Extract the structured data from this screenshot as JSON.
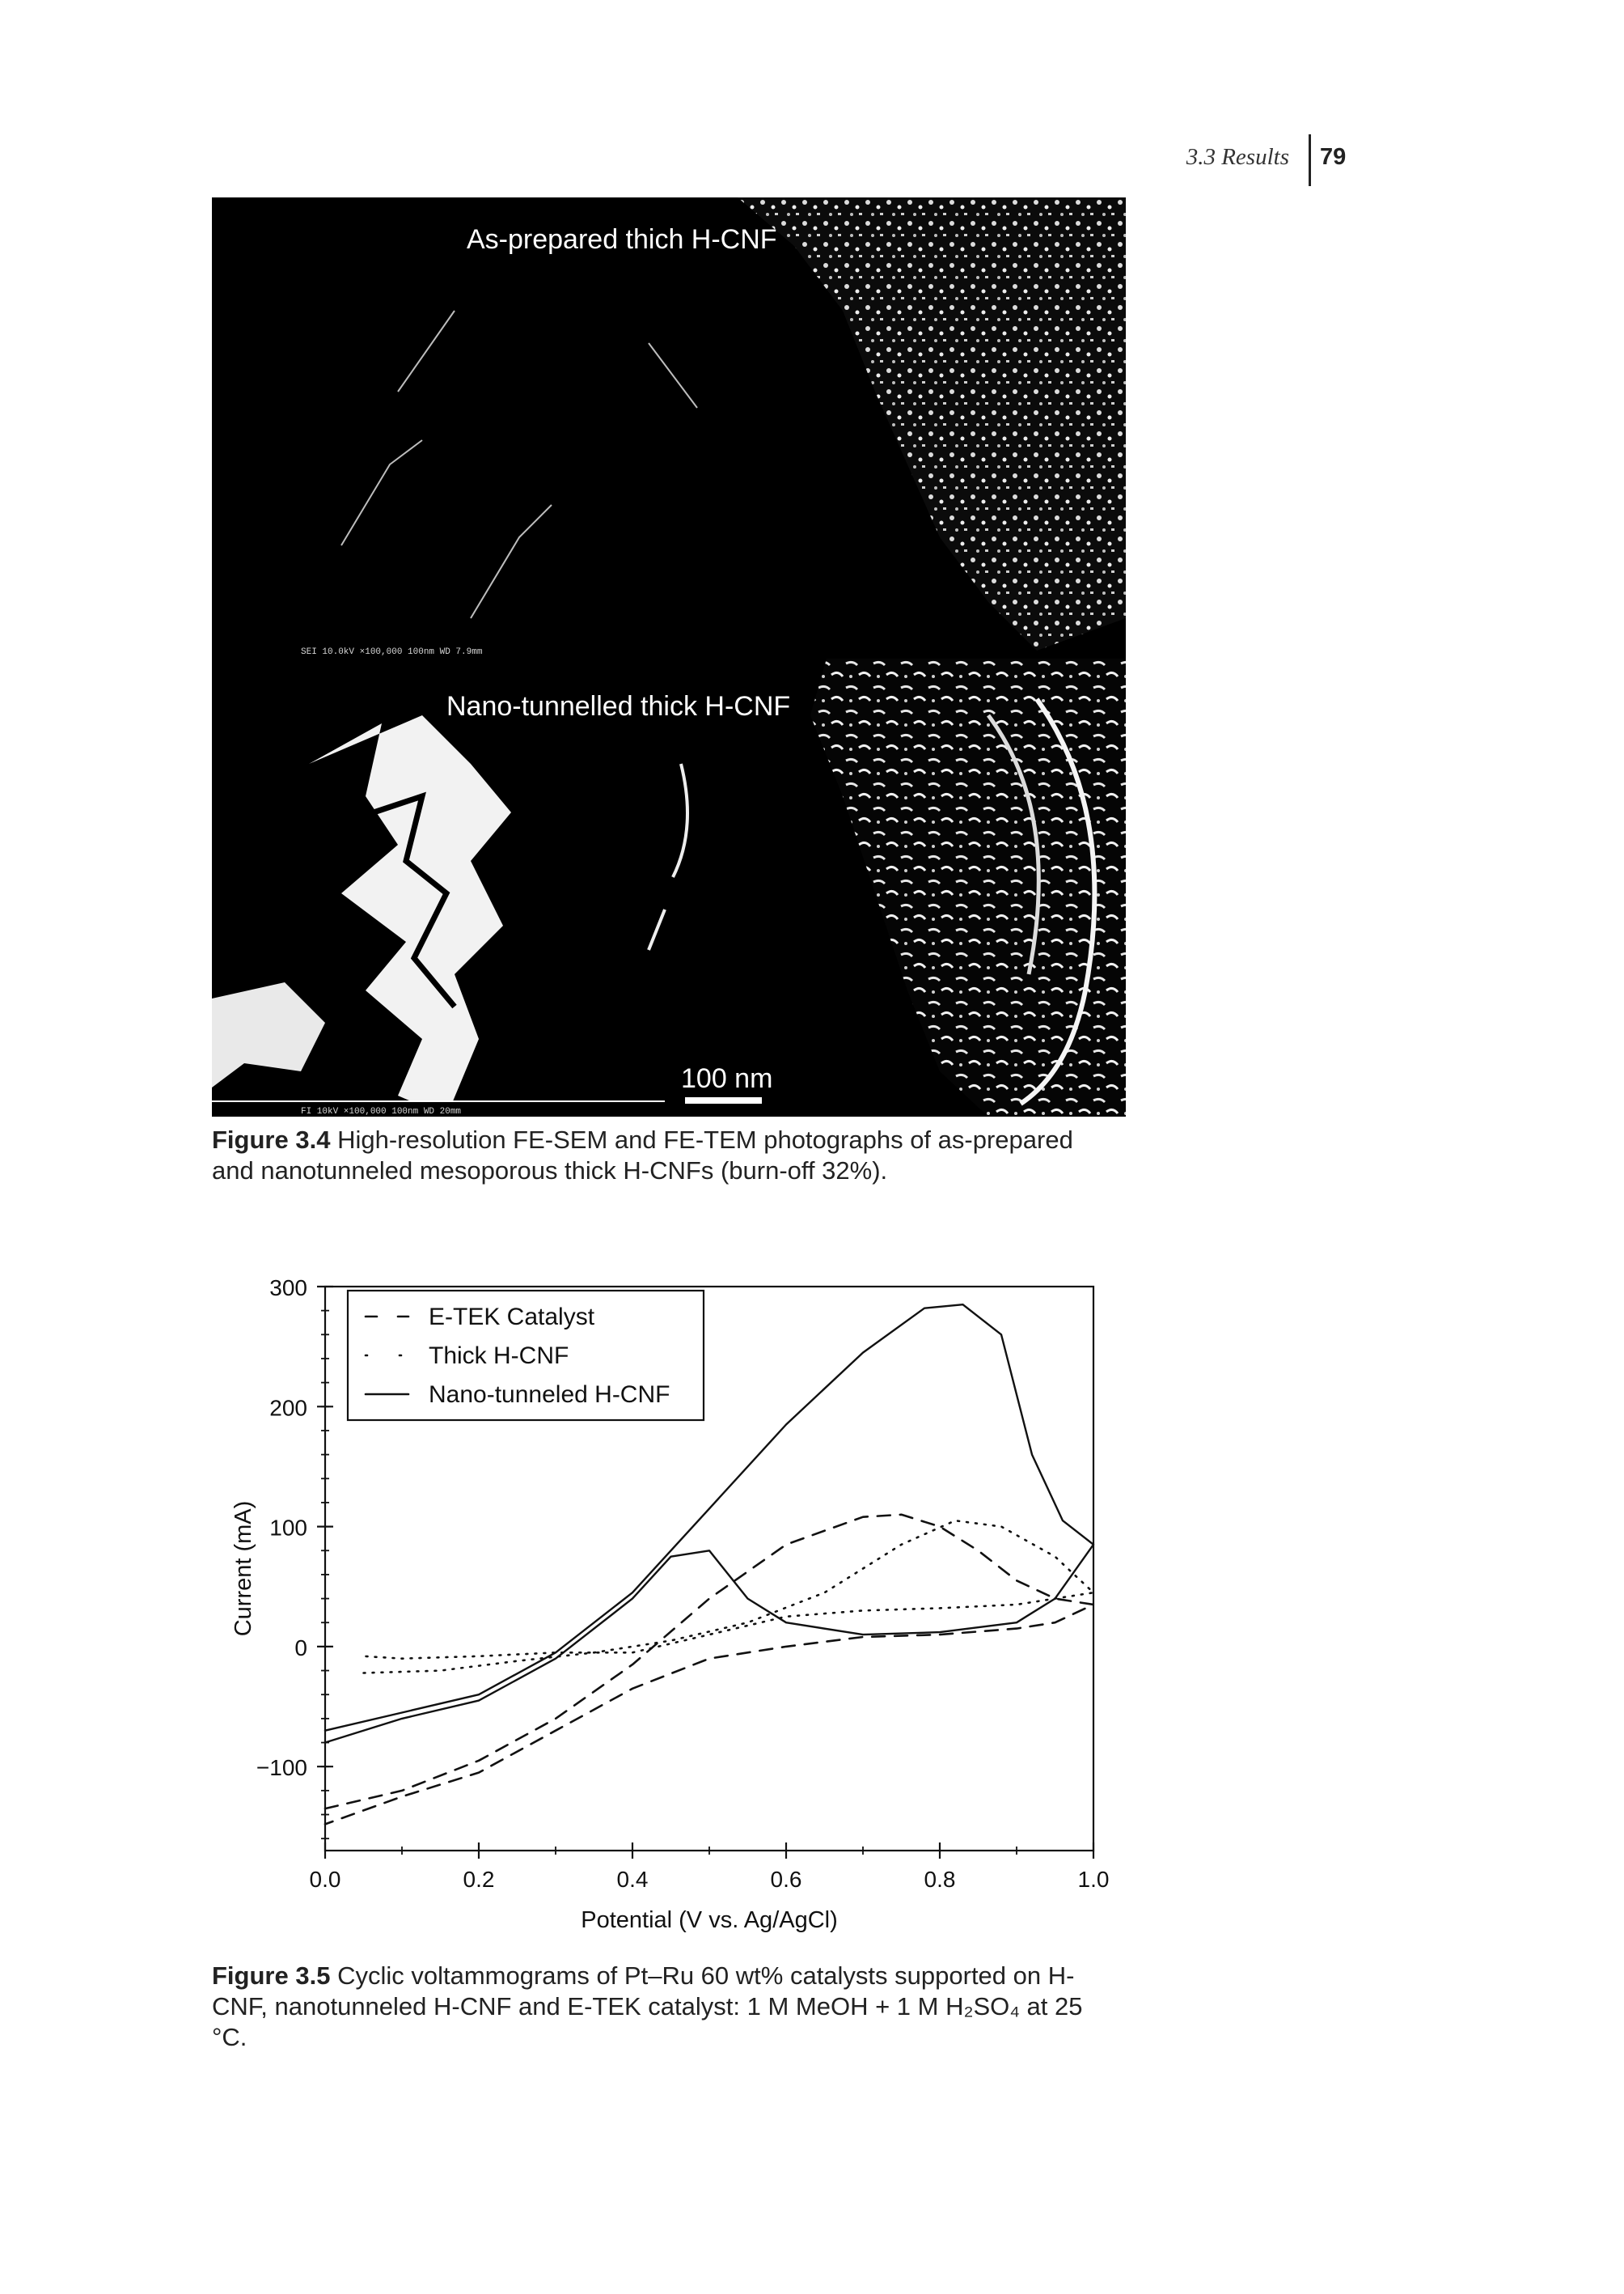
{
  "header": {
    "section": "3.3 Results",
    "page": "79"
  },
  "figure4": {
    "panel_top_label": "As-prepared thich H-CNF",
    "panel_top_infobar": "SEI   10.0kV   ×100,000   100nm   WD 7.9mm",
    "panel_bottom_label": "Nano-tunnelled thick H-CNF",
    "panel_bottom_infobar": "FI   10kV   ×100,000   100nm   WD 20mm",
    "scalebar": "100 nm",
    "caption_label": "Figure 3.4",
    "caption_text": "High-resolution FE-SEM and FE-TEM photographs of as-prepared and nanotunneled mesoporous thick H-CNFs (burn-off 32%)."
  },
  "figure5": {
    "caption_label": "Figure 3.5",
    "caption_text": "Cyclic voltammograms of Pt–Ru 60 wt% catalysts supported on H-CNF, nanotunneled H-CNF and E-TEK catalyst: 1 M MeOH + 1 M H₂SO₄ at 25 °C."
  },
  "chart_data": {
    "type": "line",
    "xlabel": "Potential (V vs. Ag/AgCl)",
    "ylabel": "Current (mA)",
    "xlim": [
      0.0,
      1.0
    ],
    "ylim": [
      -170,
      300
    ],
    "xticks": [
      0.0,
      0.2,
      0.4,
      0.6,
      0.8,
      1.0
    ],
    "xtick_labels": [
      "0.0",
      "0.2",
      "0.4",
      "0.6",
      "0.8",
      "1.0"
    ],
    "yticks": [
      300,
      200,
      100,
      0,
      -100
    ],
    "ytick_labels": [
      "300",
      "200",
      "100",
      "0",
      "−100"
    ],
    "legend_position": "top-left",
    "series": [
      {
        "name": "E-TEK Catalyst",
        "style": "dashed",
        "forward": [
          [
            0.0,
            -135
          ],
          [
            0.1,
            -120
          ],
          [
            0.2,
            -95
          ],
          [
            0.3,
            -60
          ],
          [
            0.4,
            -15
          ],
          [
            0.5,
            40
          ],
          [
            0.6,
            85
          ],
          [
            0.7,
            108
          ],
          [
            0.75,
            110
          ],
          [
            0.8,
            100
          ],
          [
            0.85,
            80
          ],
          [
            0.9,
            55
          ],
          [
            0.95,
            40
          ],
          [
            1.0,
            35
          ]
        ],
        "reverse": [
          [
            1.0,
            35
          ],
          [
            0.95,
            20
          ],
          [
            0.9,
            15
          ],
          [
            0.8,
            10
          ],
          [
            0.7,
            8
          ],
          [
            0.6,
            0
          ],
          [
            0.5,
            -10
          ],
          [
            0.4,
            -35
          ],
          [
            0.3,
            -70
          ],
          [
            0.2,
            -105
          ],
          [
            0.1,
            -125
          ],
          [
            0.0,
            -148
          ]
        ]
      },
      {
        "name": "Thick H-CNF",
        "style": "dotted",
        "forward": [
          [
            0.05,
            -22
          ],
          [
            0.15,
            -20
          ],
          [
            0.25,
            -12
          ],
          [
            0.35,
            -5
          ],
          [
            0.45,
            5
          ],
          [
            0.55,
            20
          ],
          [
            0.65,
            45
          ],
          [
            0.75,
            85
          ],
          [
            0.82,
            105
          ],
          [
            0.88,
            100
          ],
          [
            0.95,
            75
          ],
          [
            1.0,
            45
          ]
        ],
        "reverse": [
          [
            1.0,
            45
          ],
          [
            0.95,
            40
          ],
          [
            0.9,
            35
          ],
          [
            0.8,
            32
          ],
          [
            0.7,
            30
          ],
          [
            0.6,
            25
          ],
          [
            0.5,
            10
          ],
          [
            0.4,
            -5
          ],
          [
            0.3,
            -5
          ],
          [
            0.2,
            -8
          ],
          [
            0.1,
            -10
          ],
          [
            0.05,
            -8
          ]
        ]
      },
      {
        "name": "Nano-tunneled H-CNF",
        "style": "solid",
        "forward": [
          [
            0.0,
            -70
          ],
          [
            0.1,
            -55
          ],
          [
            0.2,
            -40
          ],
          [
            0.3,
            -5
          ],
          [
            0.4,
            45
          ],
          [
            0.5,
            115
          ],
          [
            0.6,
            185
          ],
          [
            0.7,
            245
          ],
          [
            0.78,
            282
          ],
          [
            0.83,
            285
          ],
          [
            0.88,
            260
          ],
          [
            0.92,
            160
          ],
          [
            0.96,
            105
          ],
          [
            1.0,
            85
          ]
        ],
        "reverse": [
          [
            1.0,
            85
          ],
          [
            0.95,
            40
          ],
          [
            0.9,
            20
          ],
          [
            0.8,
            12
          ],
          [
            0.7,
            10
          ],
          [
            0.6,
            20
          ],
          [
            0.55,
            40
          ],
          [
            0.5,
            80
          ],
          [
            0.45,
            75
          ],
          [
            0.4,
            40
          ],
          [
            0.3,
            -10
          ],
          [
            0.2,
            -45
          ],
          [
            0.1,
            -60
          ],
          [
            0.0,
            -80
          ]
        ]
      }
    ]
  }
}
